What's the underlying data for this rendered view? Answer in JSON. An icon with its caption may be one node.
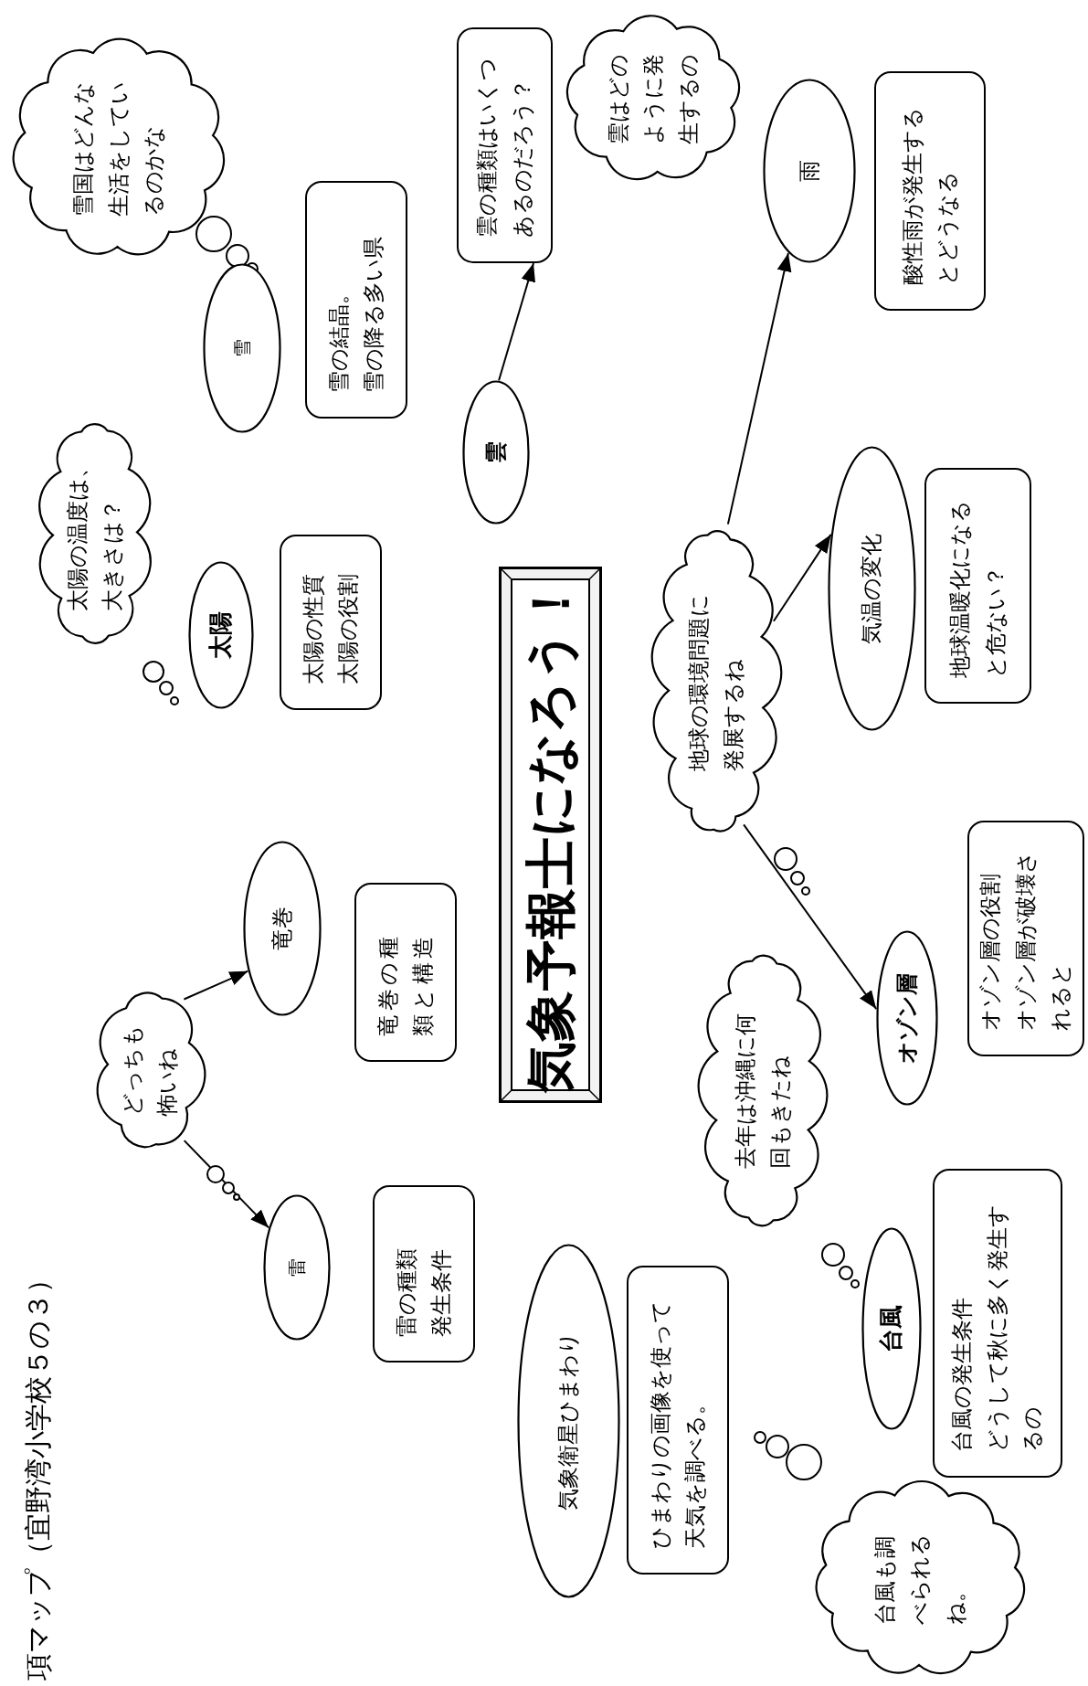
{
  "diagram": {
    "title": "項マップ（宜野湾小学校５の３）",
    "nodes": [
      {
        "text": [
          "雪国はどんな生活をしているのかな"
        ]
      },
      {
        "text": [
          "雪"
        ]
      },
      {
        "text": [
          "雪の結晶。",
          "雪の降る多い県"
        ]
      },
      {
        "text": [
          "雲の種類はいくつあるのだろう？"
        ]
      },
      {
        "text": [
          "雲はどのように発生するの"
        ]
      },
      {
        "text": [
          "雲"
        ]
      },
      {
        "text": [
          "雨"
        ]
      },
      {
        "text": [
          "酸性雨が発生するとどうなる"
        ]
      },
      {
        "text": [
          "太陽の温度は、大きさは？"
        ]
      },
      {
        "text": [
          "太陽"
        ]
      },
      {
        "text": [
          "太陽の性質",
          "太陽の役割"
        ]
      },
      {
        "text": [
          "どっちも怖いね"
        ]
      },
      {
        "text": [
          "竜巻"
        ]
      },
      {
        "text": [
          "竜巻の種類と構造"
        ]
      },
      {
        "text": [
          "雷"
        ]
      },
      {
        "text": [
          "雷の種類",
          "発生条件"
        ]
      },
      {
        "text": [
          "気象予報士になろう！"
        ]
      },
      {
        "text": [
          "地球の環境問題に発展するね"
        ]
      },
      {
        "text": [
          "気温の変化"
        ]
      },
      {
        "text": [
          "地球温暖化になると危ない？"
        ]
      },
      {
        "text": [
          "オゾン層"
        ]
      },
      {
        "text": [
          "オゾン層の役割",
          "オゾン層が破壊されると"
        ]
      },
      {
        "text": [
          "去年は沖縄に何回もきたね"
        ]
      },
      {
        "text": [
          "台風"
        ]
      },
      {
        "text": [
          "台風の発生条件",
          "どうして秋に多く発生するの"
        ]
      },
      {
        "text": [
          "気象衛星ひまわり"
        ]
      },
      {
        "text": [
          "ひまわりの画像を使って天気を調べる。"
        ]
      },
      {
        "text": [
          "台風も調べられるね。"
        ]
      }
    ],
    "edges": [
      {
        "from": 5,
        "to": 3,
        "arrow": "to"
      },
      {
        "from": 11,
        "to": 12,
        "arrow": "to"
      },
      {
        "from": 11,
        "to": 14,
        "arrow": "to"
      },
      {
        "from": 17,
        "to": 18,
        "arrow": "to"
      },
      {
        "from": 17,
        "to": 6,
        "arrow": "to"
      },
      {
        "from": 17,
        "to": 20,
        "arrow": "to"
      }
    ]
  }
}
